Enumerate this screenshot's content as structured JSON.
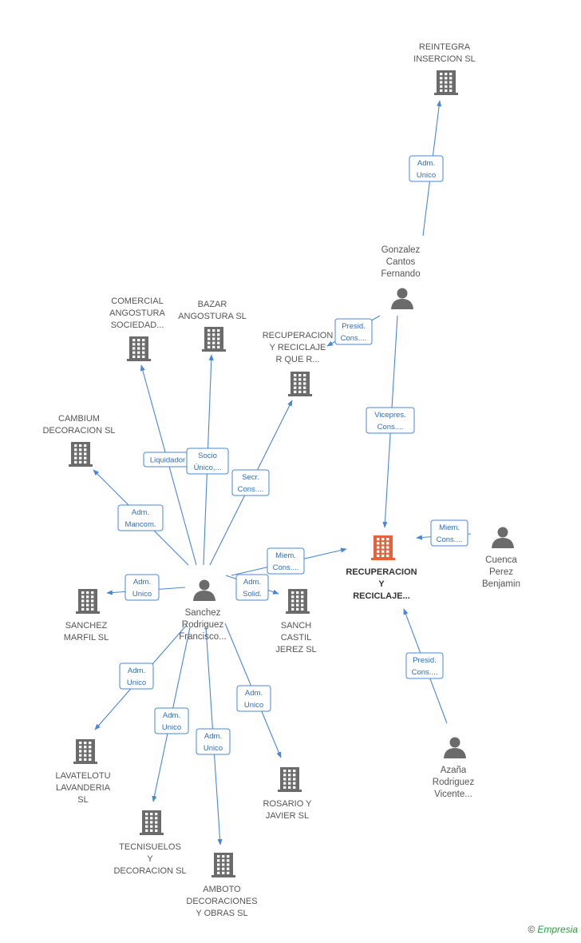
{
  "colors": {
    "edge": "#4a86d6",
    "building": "#6b6b6b",
    "main_building": "#e8613a",
    "person": "#6b6b6b"
  },
  "nodes": [
    {
      "id": "reintegra",
      "kind": "company",
      "lines": [
        "REINTEGRA",
        "INSERCION SL"
      ]
    },
    {
      "id": "gonzalez",
      "kind": "person",
      "lines": [
        "Gonzalez",
        "Cantos",
        "Fernando"
      ]
    },
    {
      "id": "comercial",
      "kind": "company",
      "lines": [
        "COMERCIAL",
        "ANGOSTURA",
        "SOCIEDAD..."
      ]
    },
    {
      "id": "bazar",
      "kind": "company",
      "lines": [
        "BAZAR",
        "ANGOSTURA SL"
      ]
    },
    {
      "id": "recup_que",
      "kind": "company",
      "lines": [
        "RECUPERACION",
        "Y RECICLAJE",
        "R QUE R..."
      ]
    },
    {
      "id": "cambium",
      "kind": "company",
      "lines": [
        "CAMBIUM",
        "DECORACION SL"
      ]
    },
    {
      "id": "main",
      "kind": "main",
      "lines": [
        "RECUPERACION",
        "Y",
        "RECICLAJE..."
      ]
    },
    {
      "id": "cuenca",
      "kind": "person",
      "lines": [
        "Cuenca",
        "Perez",
        "Benjamin"
      ]
    },
    {
      "id": "sanchez",
      "kind": "person",
      "lines": [
        "Sanchez",
        "Rodriguez",
        "Francisco..."
      ]
    },
    {
      "id": "sanchez_marfil",
      "kind": "company",
      "lines": [
        "SANCHEZ",
        "MARFIL SL"
      ]
    },
    {
      "id": "sanch_castil",
      "kind": "company",
      "lines": [
        "SANCH",
        "CASTIL",
        "JEREZ SL"
      ]
    },
    {
      "id": "azana",
      "kind": "person",
      "lines": [
        "Azaña",
        "Rodriguez",
        "Vicente..."
      ]
    },
    {
      "id": "lavatelotu",
      "kind": "company",
      "lines": [
        "LAVATELOTU",
        "LAVANDERIA",
        "SL"
      ]
    },
    {
      "id": "rosario",
      "kind": "company",
      "lines": [
        "ROSARIO Y",
        "JAVIER SL"
      ]
    },
    {
      "id": "tecnisuelos",
      "kind": "company",
      "lines": [
        "TECNISUELOS",
        "Y",
        "DECORACION SL"
      ]
    },
    {
      "id": "amboto",
      "kind": "company",
      "lines": [
        "AMBOTO",
        "DECORACIONES",
        "Y OBRAS  SL"
      ]
    }
  ],
  "edges": [
    {
      "from": "gonzalez",
      "to": "reintegra",
      "label": [
        "Adm.",
        "Unico"
      ]
    },
    {
      "from": "gonzalez",
      "to": "recup_que",
      "label": [
        "Presid.",
        "Cons...."
      ]
    },
    {
      "from": "gonzalez",
      "to": "main",
      "label": [
        "Vicepres.",
        "Cons...."
      ]
    },
    {
      "from": "cuenca",
      "to": "main",
      "label": [
        "Miem.",
        "Cons...."
      ]
    },
    {
      "from": "azana",
      "to": "main",
      "label": [
        "Presid.",
        "Cons...."
      ]
    },
    {
      "from": "sanchez",
      "to": "main",
      "label": [
        "Miem.",
        "Cons...."
      ]
    },
    {
      "from": "sanchez",
      "to": "comercial",
      "label": [
        "Liquidador"
      ]
    },
    {
      "from": "sanchez",
      "to": "bazar",
      "label": [
        "Socio",
        "Único,..."
      ]
    },
    {
      "from": "sanchez",
      "to": "recup_que",
      "label": [
        "Secr.",
        "Cons...."
      ]
    },
    {
      "from": "sanchez",
      "to": "cambium",
      "label": [
        "Adm.",
        "Mancom."
      ]
    },
    {
      "from": "sanchez",
      "to": "sanchez_marfil",
      "label": [
        "Adm.",
        "Unico"
      ]
    },
    {
      "from": "sanchez",
      "to": "sanch_castil",
      "label": [
        "Adm.",
        "Solid."
      ]
    },
    {
      "from": "sanchez",
      "to": "lavatelotu",
      "label": [
        "Adm.",
        "Unico"
      ]
    },
    {
      "from": "sanchez",
      "to": "tecnisuelos",
      "label": [
        "Adm.",
        "Unico"
      ]
    },
    {
      "from": "sanchez",
      "to": "amboto",
      "label": [
        "Adm.",
        "Unico"
      ]
    },
    {
      "from": "sanchez",
      "to": "rosario",
      "label": [
        "Adm.",
        "Unico"
      ]
    }
  ],
  "brand": {
    "copyright": "©",
    "name": "Empresia"
  }
}
